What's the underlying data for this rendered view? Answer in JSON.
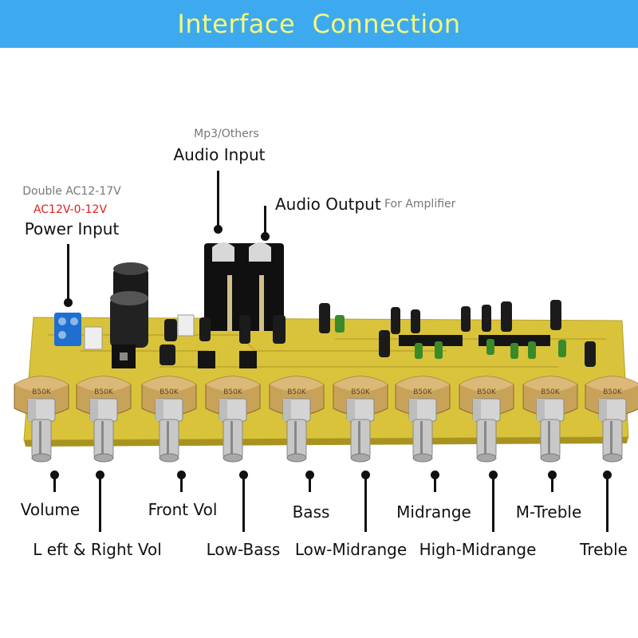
{
  "banner": {
    "title": "Interface  Connection",
    "color": "#3daaf0",
    "title_color": "#f7f97a"
  },
  "callouts": {
    "power": {
      "note1": "Double AC12-17V",
      "note2": "AC12V-0-12V",
      "label": "Power Input"
    },
    "audio_input": {
      "note": "Mp3/Others",
      "label": "Audio Input"
    },
    "audio_output": {
      "label": "Audio Output",
      "note": "For Amplifier"
    }
  },
  "knob_marking": "B50K",
  "knobs": [
    {
      "id": "volume",
      "label": "Volume"
    },
    {
      "id": "left-right-vol",
      "label": "L eft & Right Vol"
    },
    {
      "id": "front-vol",
      "label": "Front Vol"
    },
    {
      "id": "low-bass",
      "label": "Low-Bass"
    },
    {
      "id": "bass",
      "label": "Bass"
    },
    {
      "id": "low-midrange",
      "label": "Low-Midrange"
    },
    {
      "id": "midrange",
      "label": "Midrange"
    },
    {
      "id": "high-midrange",
      "label": "High-Midrange"
    },
    {
      "id": "m-treble",
      "label": "M-Treble"
    },
    {
      "id": "treble",
      "label": "Treble"
    }
  ],
  "colors": {
    "board": "#d9c33a",
    "leader": "#111111",
    "warning": "#e02020"
  }
}
